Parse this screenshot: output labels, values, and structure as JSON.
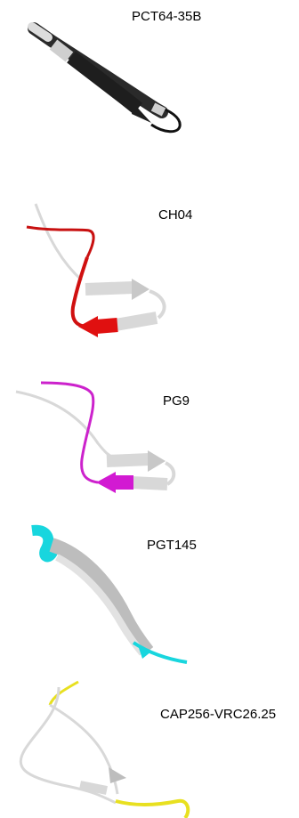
{
  "panels": [
    {
      "label": "PCT64-35B",
      "highlight_color": "#1e1e1e"
    },
    {
      "label": "CH04",
      "highlight_color": "#e01010"
    },
    {
      "label": "PG9",
      "highlight_color": "#d21ad2"
    },
    {
      "label": "PGT145",
      "highlight_color": "#18d6de"
    },
    {
      "label": "CAP256-VRC26.25",
      "highlight_color": "#e8e020"
    }
  ],
  "base_ribbon_color": "#d8d8d8"
}
